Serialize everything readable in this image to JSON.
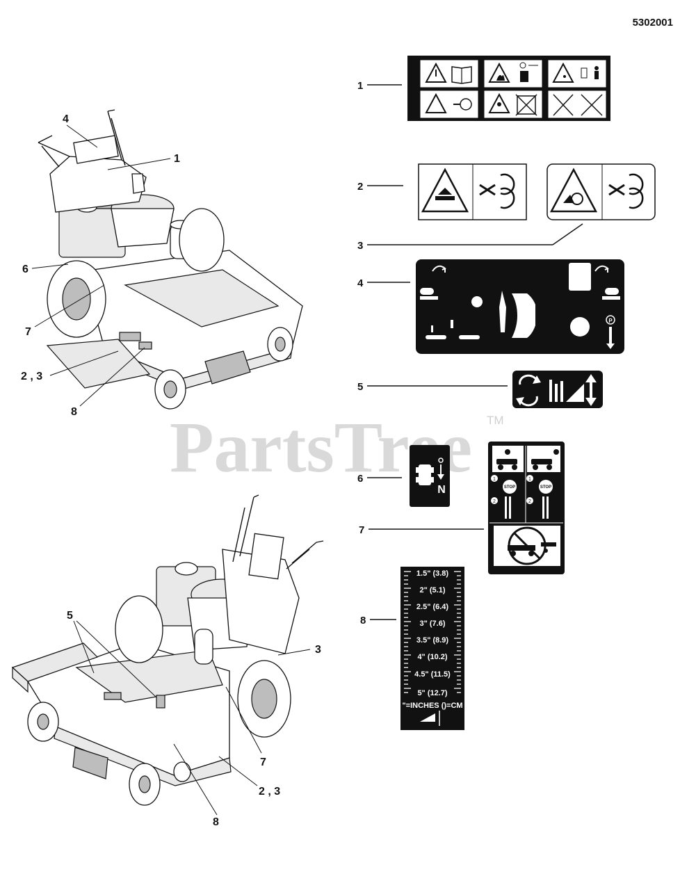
{
  "page_ref": "5302001",
  "watermark": "PartsTree",
  "watermark_tm": "TM",
  "top_view_callouts": [
    "4",
    "1",
    "6",
    "7",
    "2 , 3",
    "8"
  ],
  "bottom_view_callouts": [
    "5",
    "3",
    "7",
    "2 , 3",
    "8"
  ],
  "decal_numbers": [
    "1",
    "2",
    "3",
    "4",
    "5",
    "6",
    "7",
    "8"
  ],
  "decal6_letter": "N",
  "decal7_stop": "STOP",
  "decal7_steps": [
    "1",
    "2"
  ],
  "height_scale": {
    "marks": [
      "1.5\" (3.8)",
      "2\" (5.1)",
      "2.5\" (6.4)",
      "3\" (7.6)",
      "3.5\" (8.9)",
      "4\" (10.2)",
      "4.5\" (11.5)",
      "5\" (12.7)"
    ],
    "legend": "\"=INCHES ()=CM"
  },
  "colors": {
    "decal": "#111111",
    "watermark": "#d9d9d9"
  },
  "icons": [
    "warning-triangle-icon",
    "read-manual-icon",
    "fire-hazard-icon",
    "fuel-icon",
    "thrown-objects-icon",
    "bystander-distance-icon",
    "hand-cut-icon",
    "blade-icon",
    "shield-person-icon",
    "no-rider-icon",
    "no-slope-icon",
    "lever-icon",
    "park-brake-icon",
    "rotation-arrows-icon",
    "grass-height-icon",
    "tractor-icon",
    "neutral-arrow-icon",
    "no-riding-passenger-icon"
  ]
}
